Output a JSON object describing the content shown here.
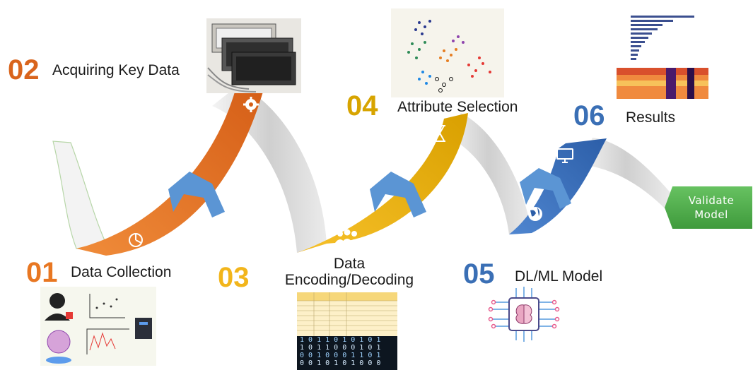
{
  "steps": [
    {
      "number": "01",
      "label": "Data Collection",
      "color": "#e87722"
    },
    {
      "number": "02",
      "label": "Acquiring Key Data",
      "color": "#d9641c"
    },
    {
      "number": "03",
      "label_line1": "Data",
      "label_line2": "Encoding/Decoding",
      "color": "#f2b51b"
    },
    {
      "number": "04",
      "label": "Attribute Selection",
      "color": "#d7a400"
    },
    {
      "number": "05",
      "label": "DL/ML Model",
      "color": "#3a6fb5"
    },
    {
      "number": "06",
      "label": "Results",
      "color": "#3a6fb5"
    }
  ],
  "validate_button": {
    "line1": "Validate",
    "line2": "Model",
    "color": "#4fae4a"
  },
  "icons": [
    "pie-chart-icon",
    "gear-icon",
    "people-icon",
    "hourglass-icon",
    "globe-icon",
    "monitor-icon",
    "chevron-up-arrow-icon"
  ],
  "binary_rows": [
    "1 0 1 1 0 1 0 1 0 1",
    "1 0 1 1 0 0 0 1 0 1",
    "0 0 1 0 0 0 1 1 0 1",
    "0 0 1 0 1 0 1 0 0 0"
  ]
}
